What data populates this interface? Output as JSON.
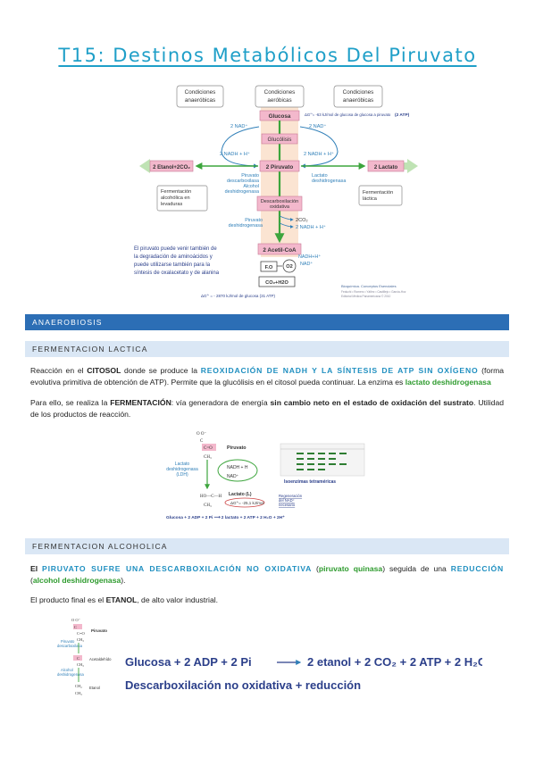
{
  "page": {
    "title": "T15: Destinos Metabólicos Del Piruvato"
  },
  "diagram1": {
    "cond_anaerobic_left": [
      "Condiciones",
      "anaeróbicas"
    ],
    "cond_aerobic": [
      "Condiciones",
      "aeróbicas"
    ],
    "cond_anaerobic_right": [
      "Condiciones",
      "anaeróbicas"
    ],
    "glucosa": "Glucosa",
    "glucosa_energy": "ΔG°'= -63 kJ/mol de glucosa de glucosa a piruvato",
    "atp2": "(2 ATP)",
    "nad_left": "2 NAD⁺",
    "nad_right": "2 NAD⁺",
    "glucolisis": "Glucólisis",
    "nadh_left": "2 NADH + H⁺",
    "nadh_right": "2 NADH + H⁺",
    "etanol": "2 Etanol+2CO₂",
    "piruvato": "2 Piruvato",
    "lactato": "2 Lactato",
    "enz_left": [
      "Piruvato",
      "descarboxilasa",
      "Alcohol",
      "deshidrogenasa"
    ],
    "enz_right": [
      "Lactato",
      "deshidrogenasa"
    ],
    "ferm_alc": [
      "Fermentación",
      "alcohólica en",
      "levaduras"
    ],
    "ferm_lac": [
      "Fermentación",
      "láctica"
    ],
    "descarb": [
      "Descarboxilación",
      "oxidativa"
    ],
    "pdh": [
      "Piruvato",
      "deshidrogenasa"
    ],
    "co2": "2CO₂",
    "nadh_center": "2 NADH + H⁺",
    "acetil": "2 Acetil-CoA",
    "note": [
      "El piruvato puede venir también de",
      "la degradación de aminoácidos y",
      "puede utilizarse también para la",
      "síntesis de oxalacetato y de alanina"
    ],
    "fo": "F.O",
    "o2": "O2",
    "nadh_ox": "NADH+H⁺",
    "nad_ox": "NAD⁺",
    "co2h2o": "CO₂+H2O",
    "bottom_energy": "ΔG°' = - 2870 kJ/mol de glucosa (31 ATP)",
    "source": [
      "Bioquímica. Conceptos Esenciales",
      "Feduchi • Romero • Yáñez • Castillejo • García-Hoz",
      "Editorial Médica Panamericana © 2010"
    ]
  },
  "sections": {
    "anaerobiosis": "ANAEROBIOSIS",
    "ferm_lactica": "FERMENTACION LACTICA",
    "ferm_alcoholica": "FERMENTACION ALCOHOLICA"
  },
  "p1": {
    "a": "Reacción en el ",
    "b": "CITOSOL",
    "c": " donde se produce la ",
    "d": "REOXIDACIÓN DE NADH Y LA SÍNTESIS DE ATP SIN OXÍGENO",
    "e": " (forma evolutiva primitiva de obtención de ATP). Permite que la glucólisis en el citosol pueda continuar. La enzima es ",
    "f": "lactato deshidrogenasa"
  },
  "p2": {
    "a": "Para ello, se realiza la ",
    "b": "FERMENTACIÓN",
    "c": ": vía generadora de energía ",
    "d": "sin cambio neto en el estado de oxidación del sustrato",
    "e": ". Utilidad de los productos de reacción."
  },
  "diagram2": {
    "piruvato": "Piruvato",
    "ldh": [
      "Lactato",
      "deshidrogenasa",
      "(LDH)"
    ],
    "nadh": "NADH + H",
    "nad": "NAD⁺",
    "lactato": "Lactato (L)",
    "energy": "ΔG°'= -25,1 kJ/mol",
    "regen": [
      "Regeneración",
      "del NAD⁺",
      "necesario"
    ],
    "equation": "Glucosa + 2 ADP + 2 Pi ⟶ 2 lactato + 2 ATP + 2 H₂O + 2H⁺",
    "iso_label": "Isoenzimas tetraméricas"
  },
  "p3": {
    "a": "El ",
    "b": "PIRUVATO SUFRE UNA DESCARBOXILACIÓN NO OXIDATIVA",
    "c": " (",
    "d": "piruvato quinasa",
    "e": ") seguida de una ",
    "f": "REDUCCIÓN",
    "g": " (",
    "h": "alcohol deshidrogenasa",
    "i": ")."
  },
  "p4": {
    "a": "El producto final es el ",
    "b": "ETANOL",
    "c": ", de alto valor industrial."
  },
  "diagram3": {
    "piruvato": "Piruvato",
    "pdc": [
      "Piruvato",
      "descarboxilasa"
    ],
    "acet": "Acetaldehído",
    "adh": [
      "Alcohol",
      "deshidrogenasa"
    ],
    "etanol": "Etanol",
    "eq1_left": "Glucosa + 2 ADP + 2 Pi",
    "eq1_right": "2 etanol + 2 CO₂ + 2 ATP + 2 H₂O",
    "eq2": "Descarboxilación no oxidativa + reducción"
  }
}
